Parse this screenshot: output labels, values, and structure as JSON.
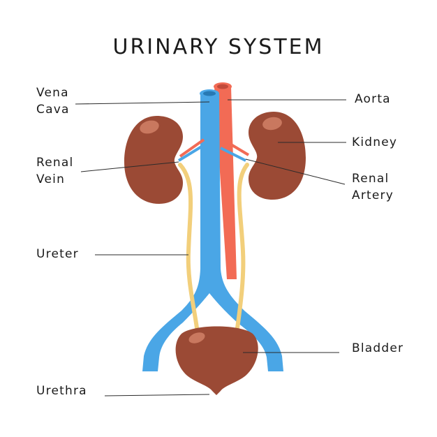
{
  "title": "URINARY SYSTEM",
  "labels": {
    "vena_cava_1": "Vena",
    "vena_cava_2": "Cava",
    "aorta": "Aorta",
    "kidney": "Kidney",
    "renal_vein_1": "Renal",
    "renal_vein_2": "Vein",
    "renal_artery_1": "Renal",
    "renal_artery_2": "Artery",
    "ureter": "Ureter",
    "bladder": "Bladder",
    "urethra": "Urethra"
  },
  "colors": {
    "vein": "#4aa6e6",
    "artery": "#f26b55",
    "organ": "#9b4a35",
    "organ_highlight": "#c9785f",
    "ureter": "#f2cf7b",
    "line": "#2b2b2b"
  }
}
